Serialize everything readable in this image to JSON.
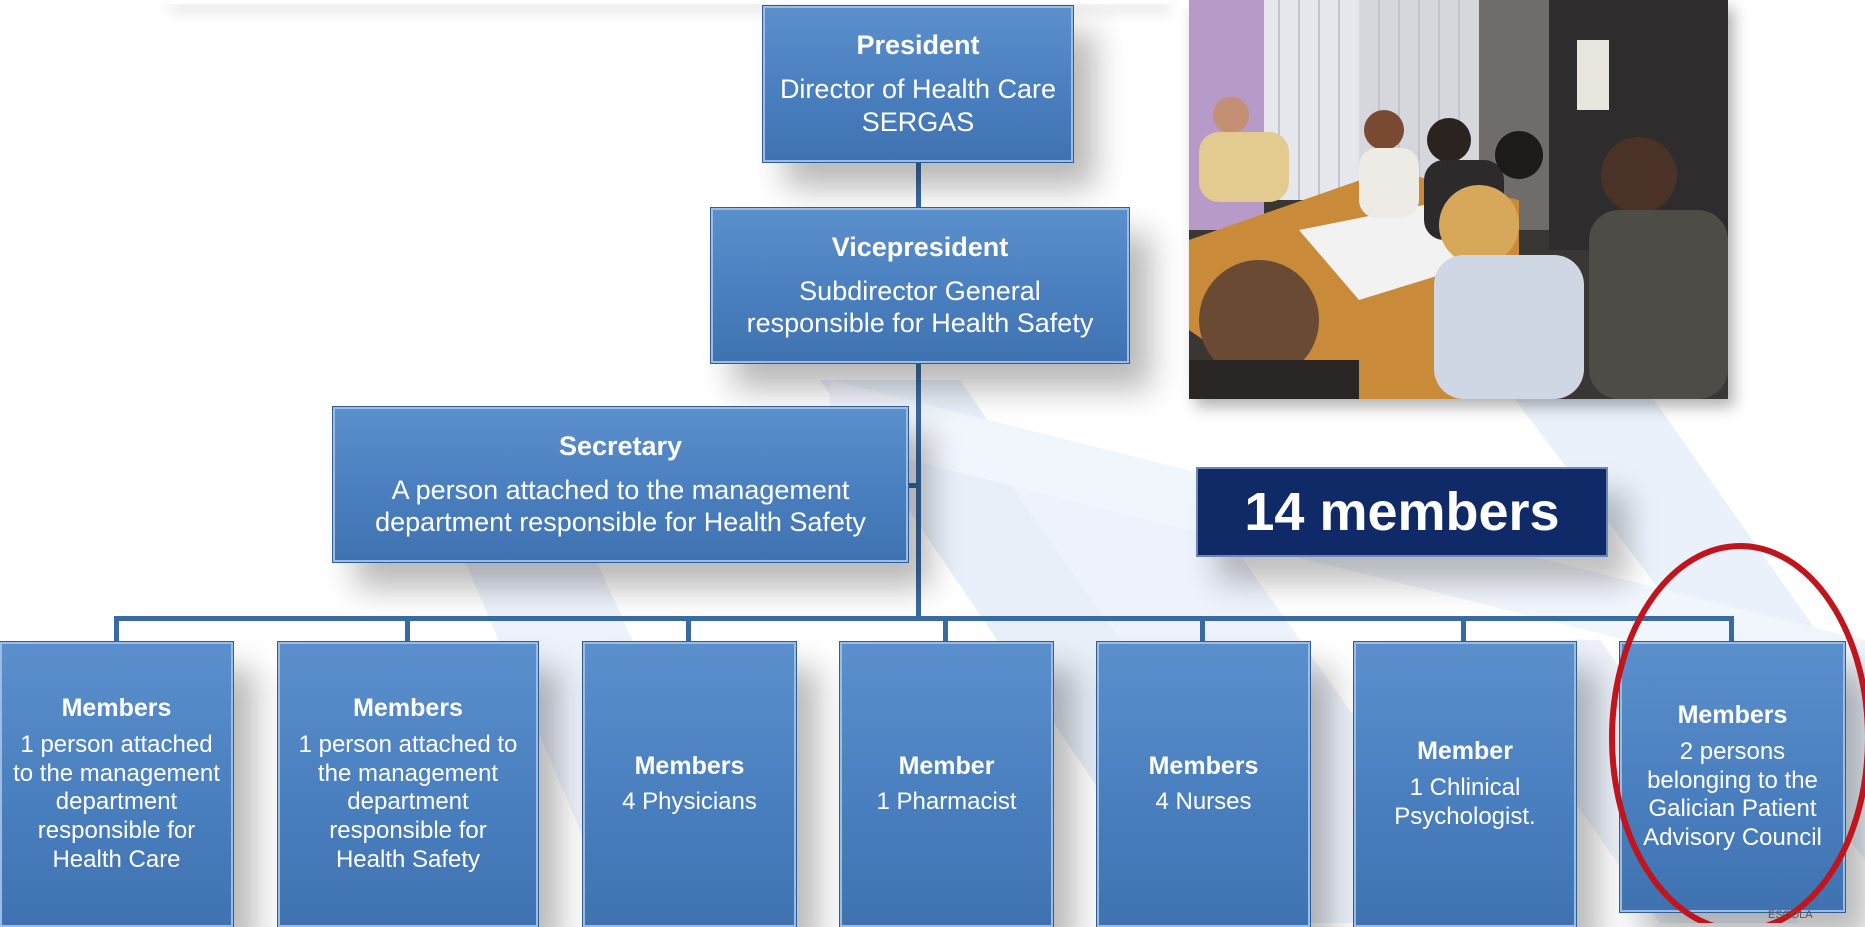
{
  "org_chart": {
    "president": {
      "title": "President",
      "detail": "Director of Health Care\nSERGAS"
    },
    "vicepresident": {
      "title": "Vicepresident",
      "detail": "Subdirector General\nresponsible for Health Safety"
    },
    "secretary": {
      "title": "Secretary",
      "detail": "A person attached to the management\ndepartment responsible for Health Safety"
    },
    "members": [
      {
        "title": "Members",
        "detail": "1 person attached\nto the management\ndepartment\nresponsible for\nHealth Care"
      },
      {
        "title": "Members",
        "detail": "1 person attached to\nthe management\ndepartment\nresponsible for\nHealth Safety"
      },
      {
        "title": "Members",
        "detail": "4 Physicians"
      },
      {
        "title": "Member",
        "detail": "1 Pharmacist"
      },
      {
        "title": "Members",
        "detail": "4 Nurses"
      },
      {
        "title": "Member",
        "detail": "1 Chlinical\nPsychologist."
      },
      {
        "title": "Members",
        "detail": "2 persons\nbelonging to the\nGalician Patient\nAdvisory Council"
      }
    ]
  },
  "badge": {
    "label": "14 members",
    "bg_color": "#0f2a66"
  },
  "highlight": {
    "circle_color": "#c0151d",
    "target": "Galician Patient Advisory Council members"
  },
  "photo": {
    "description_icon": "meeting-photo"
  },
  "corner_logo": {
    "text": "ESCOLA"
  },
  "colors": {
    "box": "#4a7fbf",
    "connector": "#3a6aa3",
    "background_stripes": "#e6eefa"
  }
}
